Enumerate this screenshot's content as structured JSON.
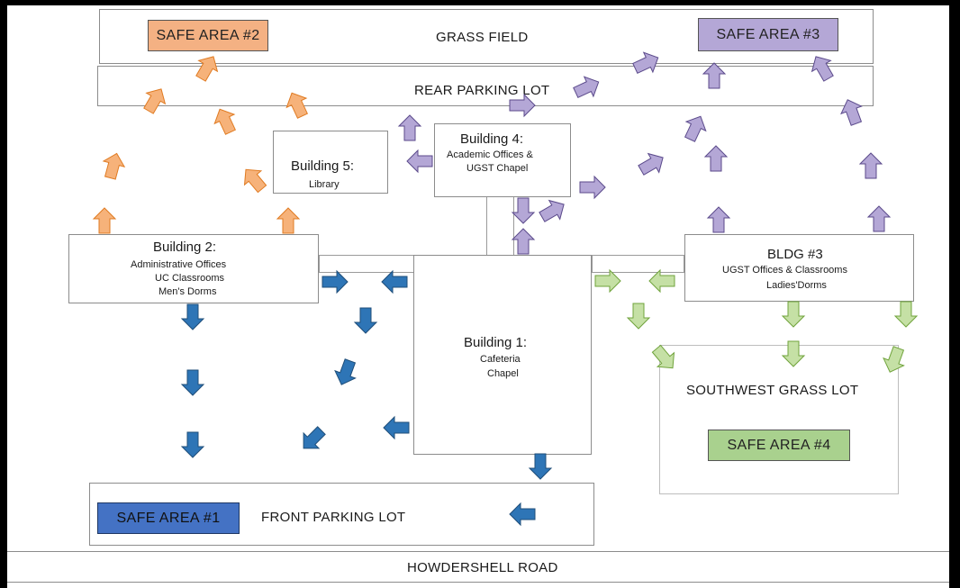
{
  "areas": {
    "grass_field": "GRASS FIELD",
    "rear_parking": "REAR PARKING LOT",
    "front_parking": "FRONT PARKING LOT",
    "southwest_grass": "SOUTHWEST GRASS LOT",
    "road": "HOWDERSHELL ROAD"
  },
  "safe_areas": {
    "one": {
      "label": "SAFE AREA #1",
      "color": "#4472c4"
    },
    "two": {
      "label": "SAFE AREA #2",
      "color": "#f4b183"
    },
    "three": {
      "label": "SAFE AREA #3",
      "color": "#b4a7d6"
    },
    "four": {
      "label": "SAFE AREA #4",
      "color": "#a9d18e"
    }
  },
  "buildings": {
    "b1": {
      "name": "Building 1:",
      "lines": [
        "Cafeteria",
        "Chapel"
      ]
    },
    "b2": {
      "name": "Building 2:",
      "lines": [
        "Administrative Offices",
        "UC Classrooms",
        "Men's Dorms"
      ]
    },
    "b3": {
      "name": "BLDG #3",
      "lines": [
        "UGST Offices & Classrooms",
        "Ladies'Dorms"
      ]
    },
    "b4": {
      "name": "Building 4:",
      "lines": [
        "Academic Offices &",
        "UGST Chapel"
      ]
    },
    "b5": {
      "name": "Building 5:",
      "lines": [
        "Library"
      ]
    }
  },
  "arrow_colors": {
    "blue": "#2e75b6",
    "orange": "#f4a460",
    "purple": "#8e7cc3",
    "green": "#9bc468"
  }
}
